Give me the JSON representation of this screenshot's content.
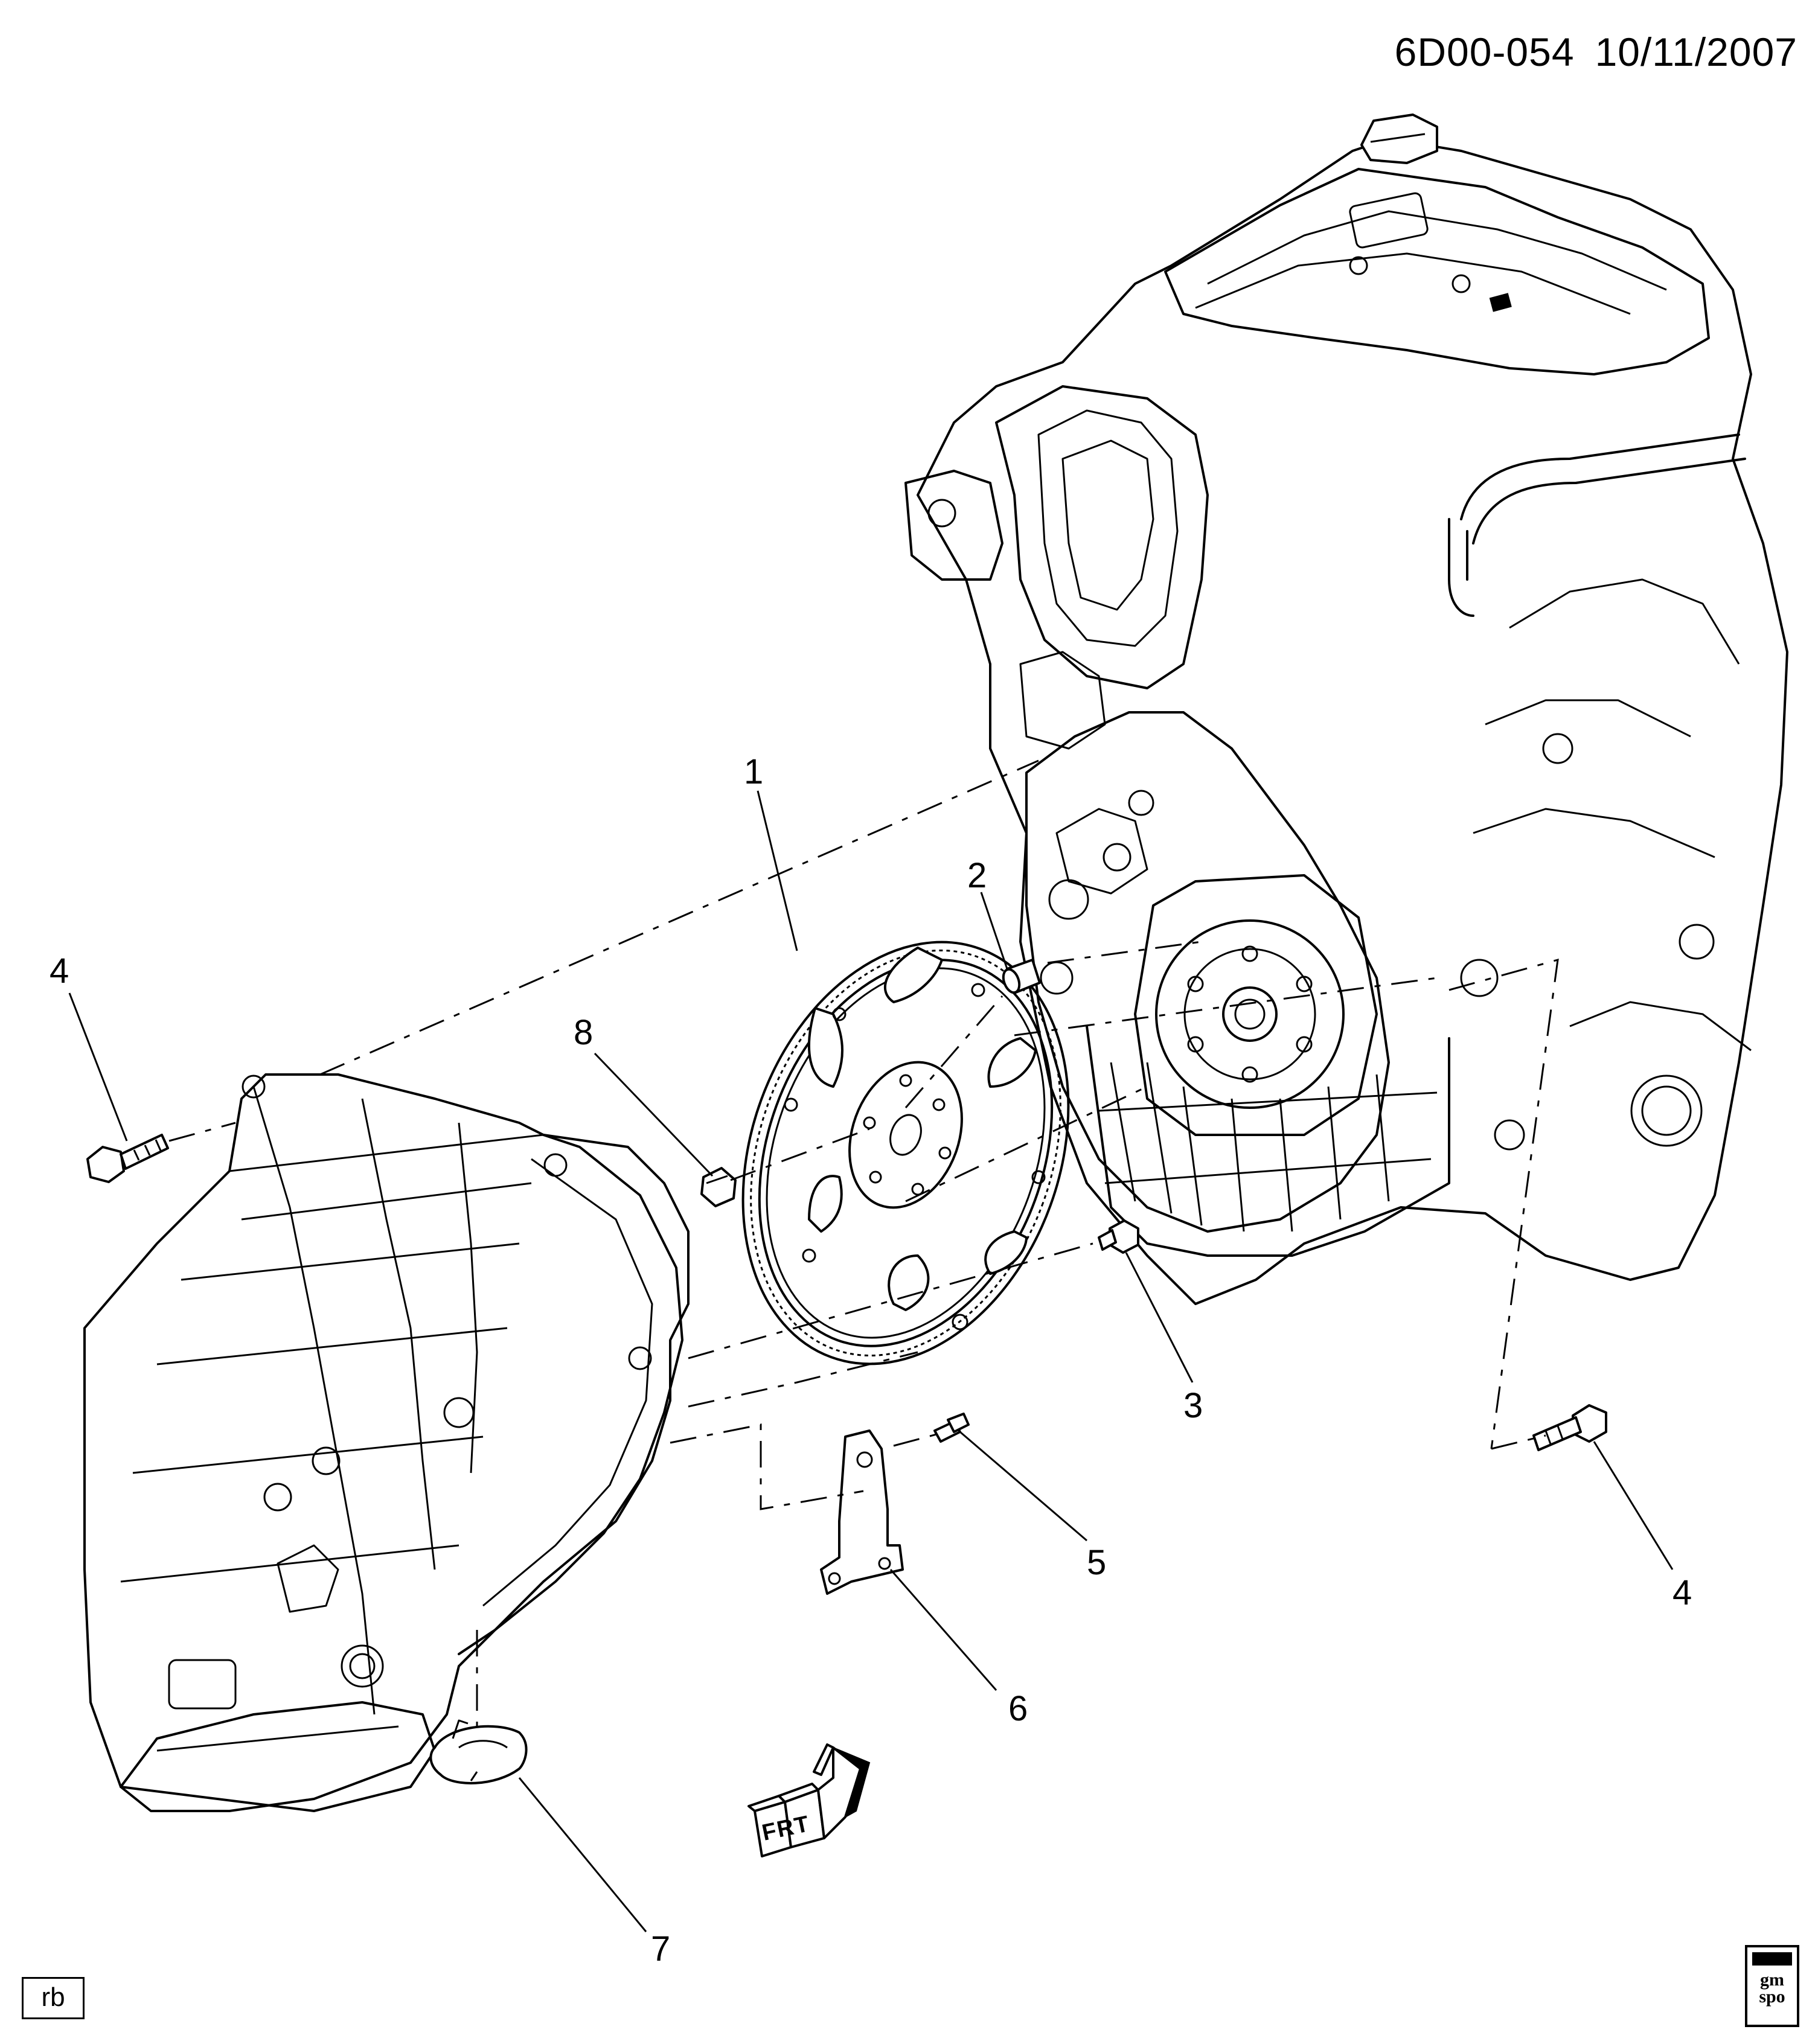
{
  "header": {
    "illustration_id": "6D00-054",
    "date": "10/11/2007"
  },
  "callouts": [
    {
      "id": "c1",
      "label": "1"
    },
    {
      "id": "c2",
      "label": "2"
    },
    {
      "id": "c4a",
      "label": "4"
    },
    {
      "id": "c8",
      "label": "8"
    },
    {
      "id": "c3",
      "label": "3"
    },
    {
      "id": "c5",
      "label": "5"
    },
    {
      "id": "c4b",
      "label": "4"
    },
    {
      "id": "c6",
      "label": "6"
    },
    {
      "id": "c7",
      "label": "7"
    }
  ],
  "footer": {
    "artist_initials": "rb",
    "logo_text_top": "gm",
    "logo_text_bottom": "spo",
    "front_arrow_text": "FRT"
  }
}
